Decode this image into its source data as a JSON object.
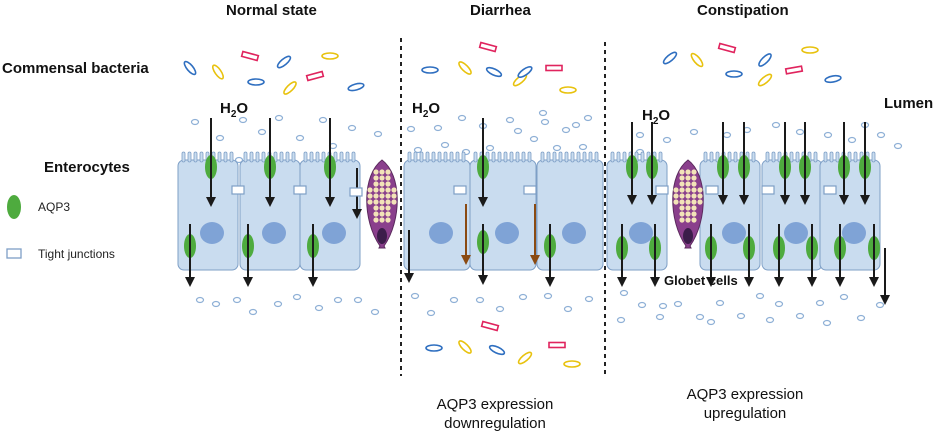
{
  "panels": [
    {
      "title": "Normal state"
    },
    {
      "title": "Diarrhea",
      "caption_line1": "AQP3 expression",
      "caption_line2": "downregulation"
    },
    {
      "title": "Constipation",
      "caption_line1": "AQP3 expression",
      "caption_line2": "upregulation"
    }
  ],
  "labels": {
    "bacteria": "Commensal bacteria",
    "enterocytes": "Enterocytes",
    "lumen": "Lumen",
    "h2o_main": "H",
    "h2o_sub": "2",
    "h2o_tail": "O",
    "goblet": "Globet cells"
  },
  "legend": {
    "aqp3": "AQP3",
    "tight_junctions": "Tight junctions"
  },
  "colors": {
    "cell_fill": "#c9dcef",
    "cell_stroke": "#7e9fc6",
    "nucleus": "#7fa3d6",
    "aqp3": "#4eab3e",
    "arrow": "#1a1a1a",
    "arrow_reduced": "#8a4a12",
    "goblet": "#8a3f8c",
    "bacteria_pink": "#e0245e",
    "bacteria_yellow": "#e8c20e",
    "bacteria_blue": "#2f6fc0",
    "dots": "#8fb0d6"
  }
}
